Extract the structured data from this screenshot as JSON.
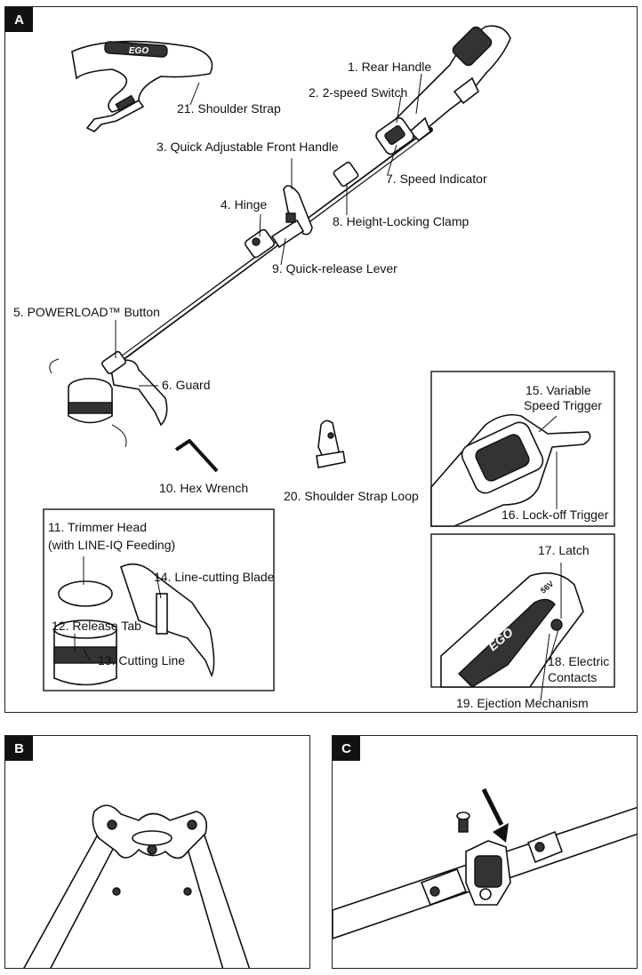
{
  "panels": {
    "a": {
      "tag": "A"
    },
    "b": {
      "tag": "B"
    },
    "c": {
      "tag": "C"
    }
  },
  "labels": {
    "rear_handle": "1. Rear Handle",
    "speed_switch": "2. 2-speed Switch",
    "front_handle": "3. Quick Adjustable Front Handle",
    "hinge": "4. Hinge",
    "powerload": "5. POWERLOAD™ Button",
    "guard": "6. Guard",
    "speed_indicator": "7. Speed Indicator",
    "clamp": "8. Height-Locking Clamp",
    "qr_lever": "9. Quick-release Lever",
    "hex_wrench": "10. Hex Wrench",
    "trimmer_head_1": "11. Trimmer Head",
    "trimmer_head_2": "(with LINE-IQ Feeding)",
    "release_tab": "12. Release Tab",
    "cutting_line": "13. Cutting Line",
    "blade": "14. Line-cutting Blade",
    "var_trigger_1": "15. Variable",
    "var_trigger_2": "Speed Trigger",
    "lockoff": "16. Lock-off Trigger",
    "latch": "17. Latch",
    "contacts_1": "18. Electric",
    "contacts_2": "Contacts",
    "ejection": "19. Ejection Mechanism",
    "strap_loop": "20. Shoulder Strap Loop",
    "strap": "21. Shoulder Strap"
  },
  "brand": {
    "logo_text": "EGO",
    "voltage_text": "56V"
  }
}
